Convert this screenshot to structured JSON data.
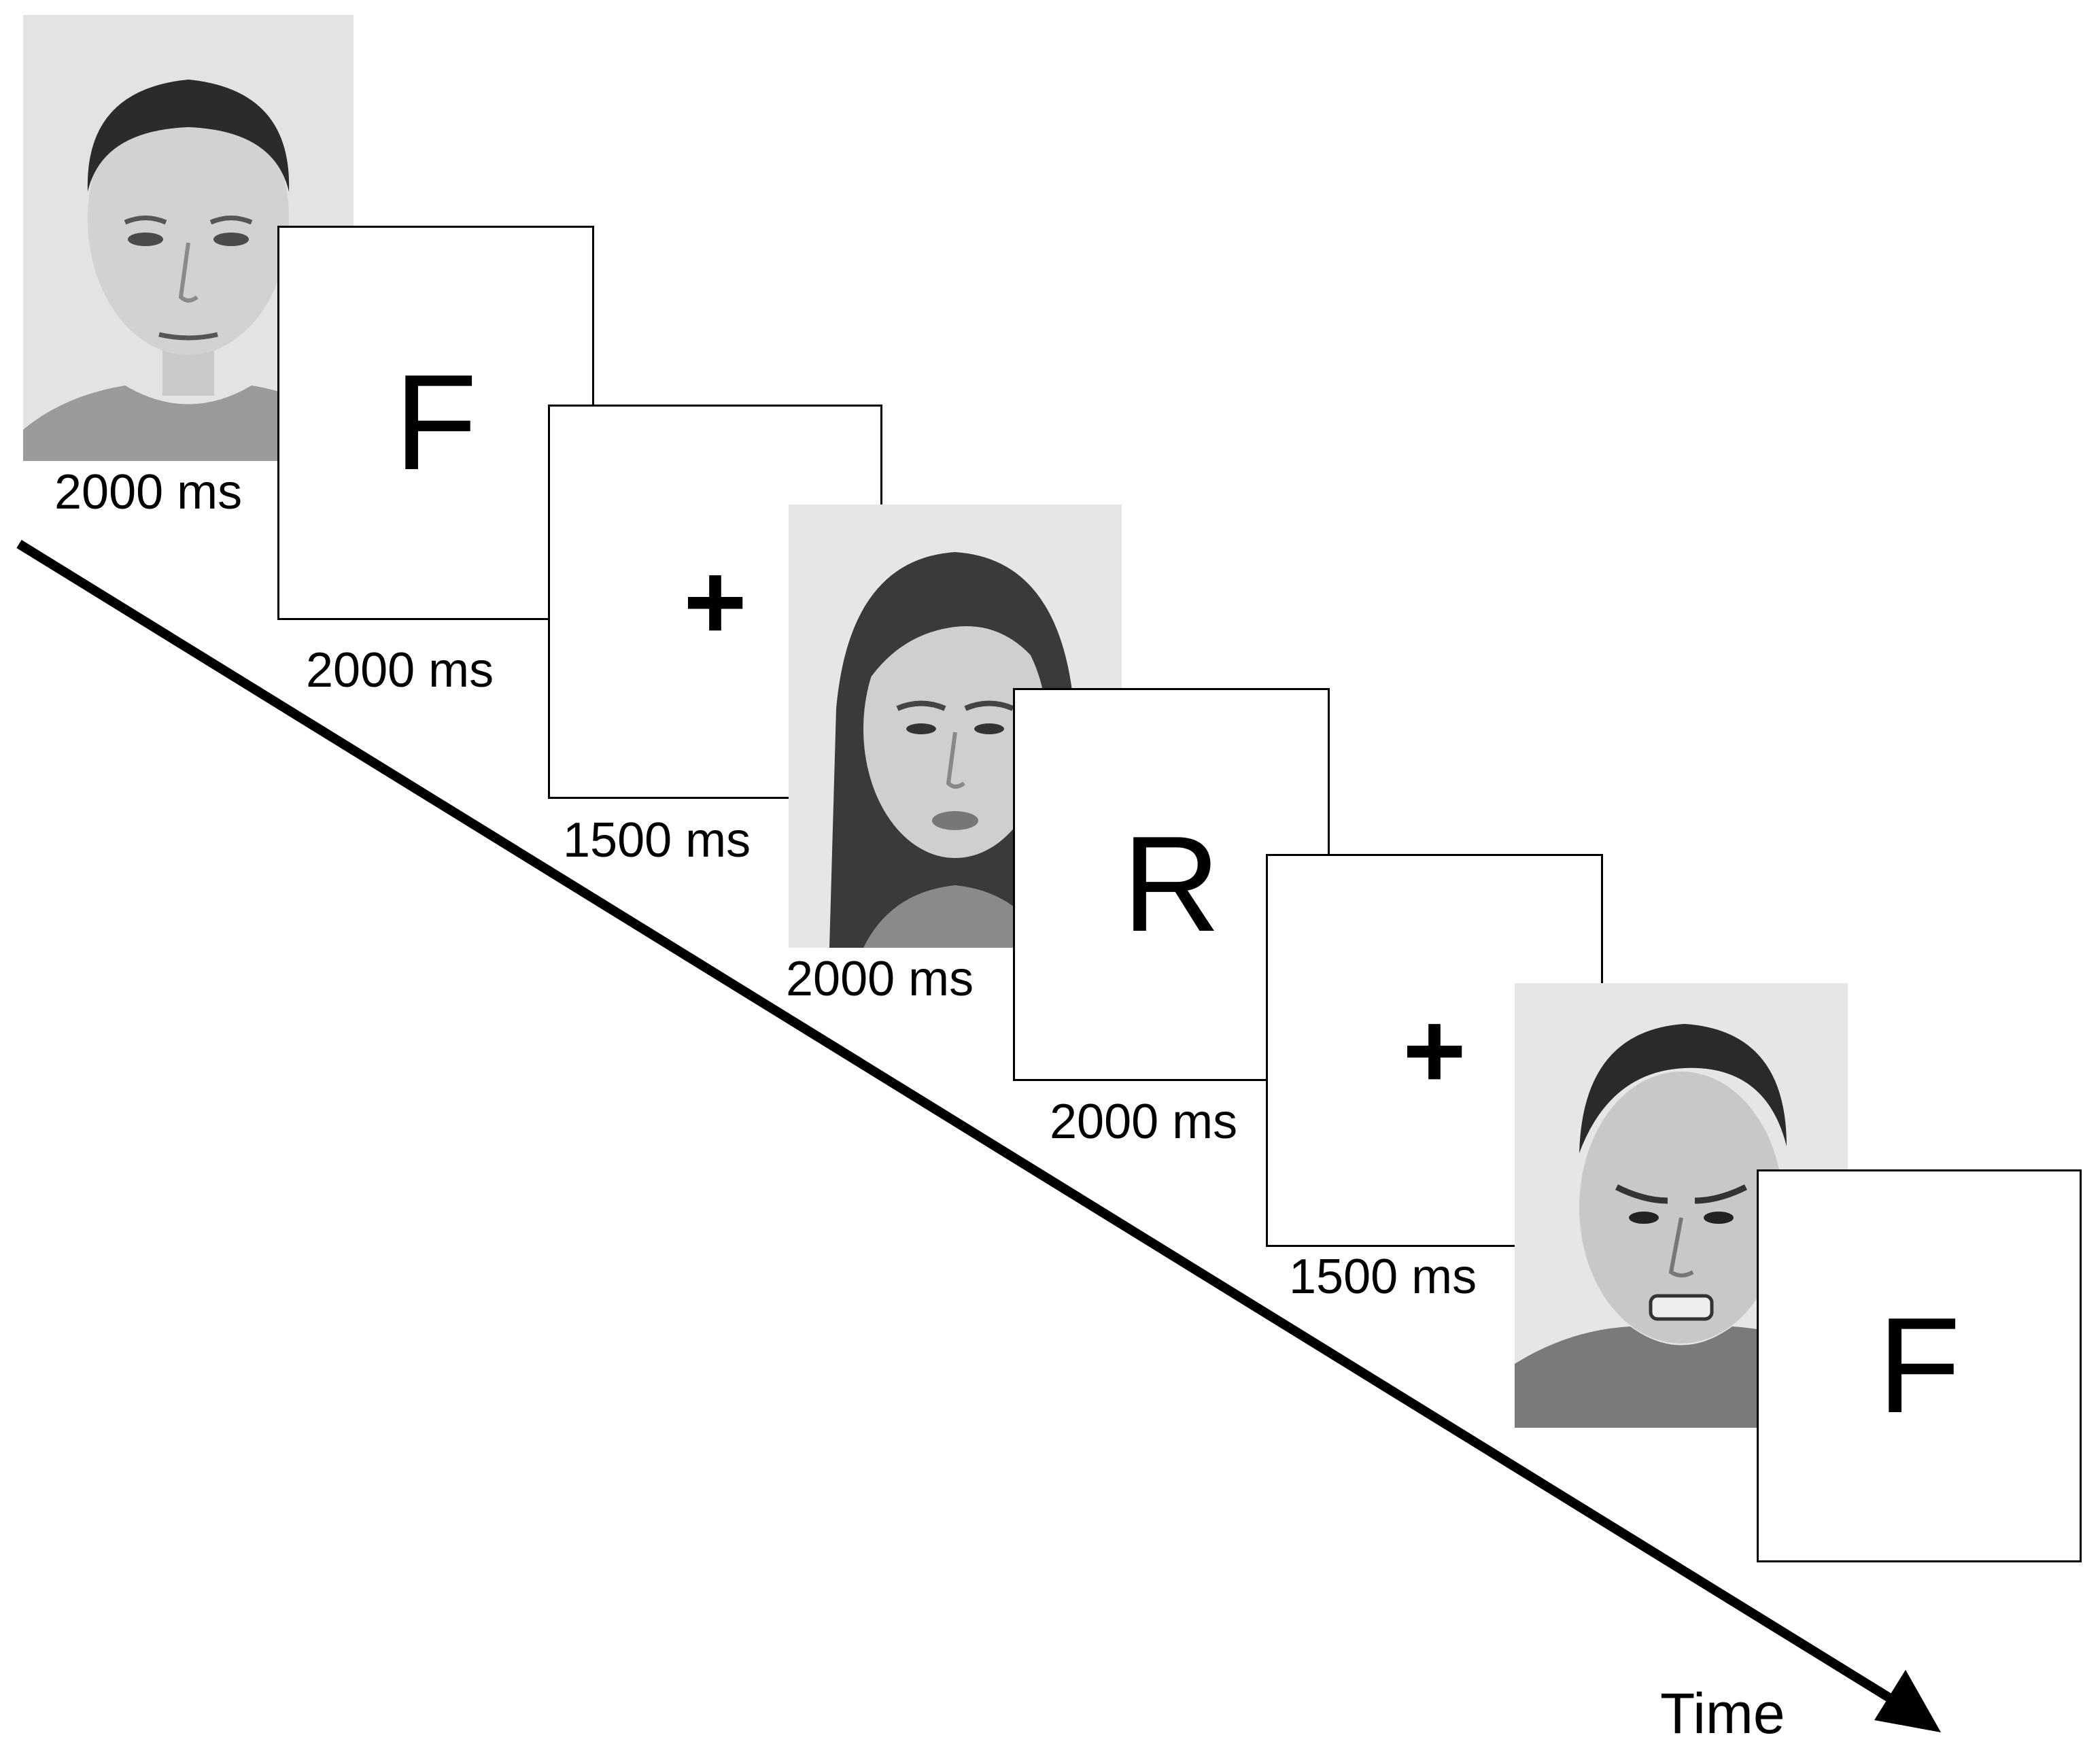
{
  "sequence": [
    {
      "kind": "face",
      "icon": "neutral-male-face-photo",
      "duration": "2000 ms"
    },
    {
      "kind": "letter",
      "symbol": "F",
      "duration": "2000 ms"
    },
    {
      "kind": "fixation",
      "symbol": "+",
      "duration": "1500 ms"
    },
    {
      "kind": "face",
      "icon": "angry-female-face-photo",
      "duration": "2000 ms"
    },
    {
      "kind": "letter",
      "symbol": "R",
      "duration": "2000 ms"
    },
    {
      "kind": "fixation",
      "symbol": "+",
      "duration": "1500 ms"
    },
    {
      "kind": "face",
      "icon": "angry-male-face-photo"
    },
    {
      "kind": "letter",
      "symbol": "F"
    }
  ],
  "axis": {
    "label": "Time"
  },
  "colors": {
    "line": "#000000",
    "photo_background": "#e6e6e6",
    "frame_border": "#000000"
  }
}
